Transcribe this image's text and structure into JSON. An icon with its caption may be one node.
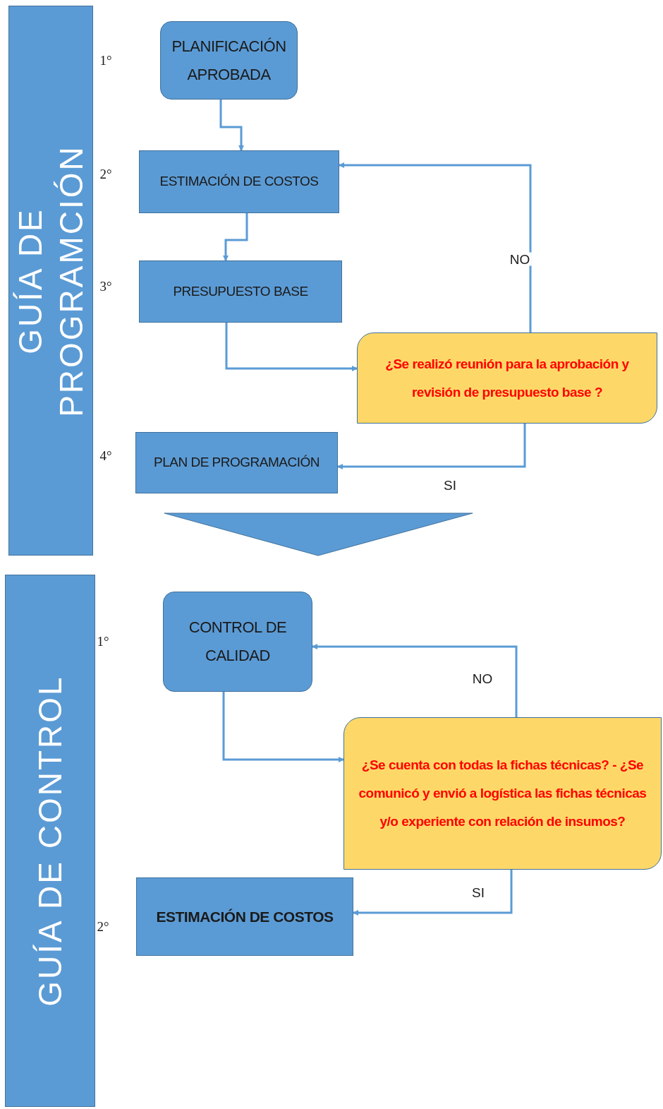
{
  "diagram": {
    "nodes": [
      {
        "text": [
          "GUÍA DE PROGRAMCIÓN"
        ]
      },
      {
        "text": [
          "PLANIFICACIÓN APROBADA"
        ]
      },
      {
        "text": [
          "ESTIMACIÓN DE COSTOS"
        ]
      },
      {
        "text": [
          "PRESUPUESTO BASE"
        ]
      },
      {
        "text": [
          "¿Se realizó reunión para la aprobación y revisión de presupuesto base ?"
        ]
      },
      {
        "text": [
          "PLAN DE PROGRAMACIÓN"
        ]
      },
      {
        "text": [
          "GUÍA DE CONTROL"
        ]
      },
      {
        "text": [
          "CONTROL DE CALIDAD"
        ]
      },
      {
        "text": [
          "¿Se cuenta con todas la fichas técnicas? - ¿Se comunicó y envió a logística  las fichas técnicas y/o experiente con relación de insumos?"
        ]
      },
      {
        "text": [
          "ESTIMACIÓN DE COSTOS"
        ]
      }
    ],
    "edges": [
      {
        "from": 1,
        "to": 2,
        "arrow": "to"
      },
      {
        "from": 2,
        "to": 3,
        "arrow": "to"
      },
      {
        "from": 3,
        "to": 4,
        "arrow": "to"
      },
      {
        "from": 4,
        "to": 2,
        "arrow": "to",
        "label": "NO"
      },
      {
        "from": 4,
        "to": 5,
        "arrow": "to",
        "label": "SI"
      },
      {
        "from": 5,
        "to": 7,
        "arrow": "to"
      },
      {
        "from": 7,
        "to": 8,
        "arrow": "to"
      },
      {
        "from": 8,
        "to": 7,
        "arrow": "to",
        "label": "NO"
      },
      {
        "from": 8,
        "to": 9,
        "arrow": "to",
        "label": "SI"
      }
    ],
    "labels": [
      "1°",
      "2°",
      "3°",
      "4°",
      "1°",
      "2°"
    ]
  }
}
